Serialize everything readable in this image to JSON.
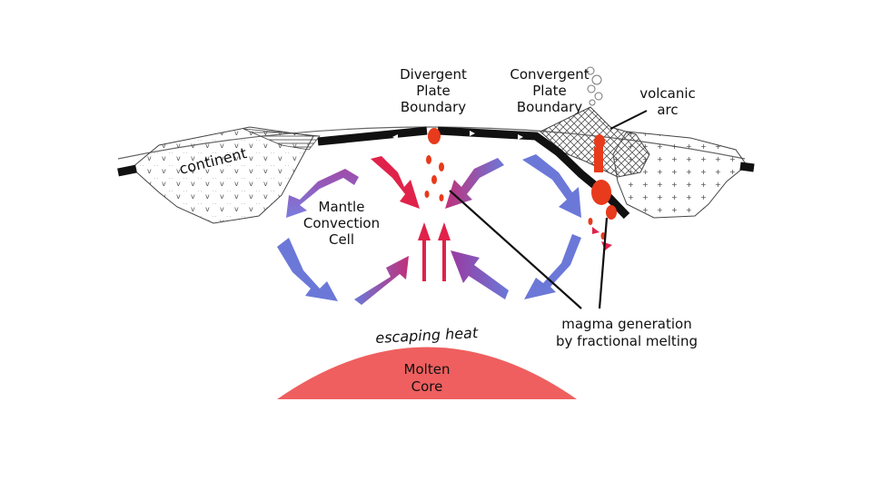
{
  "labels": {
    "divergent": [
      "Divergent",
      "Plate",
      "Boundary"
    ],
    "convergent": [
      "Convergent",
      "Plate",
      "Boundary"
    ],
    "volcanic_arc": [
      "volcanic",
      "arc"
    ],
    "continent": "continent",
    "mantle_cell": [
      "Mantle",
      "Convection",
      "Cell"
    ],
    "escaping_heat": "escaping heat",
    "magma_generation": [
      "magma generation",
      "by fractional melting"
    ],
    "core": [
      "Molten",
      "Core"
    ]
  },
  "colors": {
    "plate": "#111111",
    "core": "#ef5f5f",
    "magma": "#e83a1c",
    "arrow_rising": "#e0224a",
    "arrow_purple": "#9a3aa0",
    "arrow_sinking": "#6b78d8"
  }
}
